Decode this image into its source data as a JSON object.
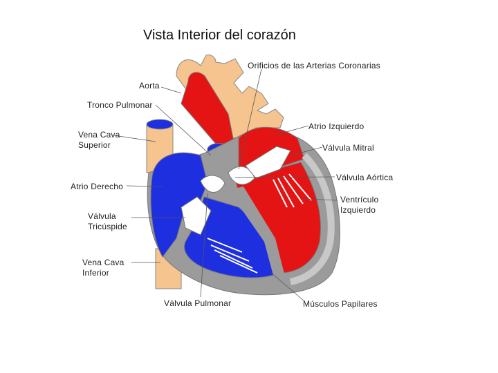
{
  "title": "Vista Interior del corazón",
  "labels": {
    "orificios": "Orificios de las Arterias Coronarias",
    "aorta": "Aorta",
    "tronco": "Tronco Pulmonar",
    "vena_cava_sup_1": "Vena Cava",
    "vena_cava_sup_2": "Superior",
    "atrio_izq": "Atrio Izquierdo",
    "valvula_mitral": "Válvula Mitral",
    "valvula_aortica": "Válvula Aórtica",
    "atrio_der": "Atrio Derecho",
    "ventriculo_1": "Ventrículo",
    "ventriculo_2": "Izquierdo",
    "valvula_tri_1": "Válvula",
    "valvula_tri_2": "Tricúspide",
    "vena_cava_inf_1": "Vena Cava",
    "vena_cava_inf_2": "Inferior",
    "valvula_pulmonar": "Válvula Pulmonar",
    "musculos": "Músculos Papilares"
  },
  "colors": {
    "oxygenated": "#e41414",
    "deoxygenated": "#1e2fe0",
    "vessel": "#f5c48f",
    "wall": "#9b9b9b",
    "valve": "#ffffff"
  }
}
